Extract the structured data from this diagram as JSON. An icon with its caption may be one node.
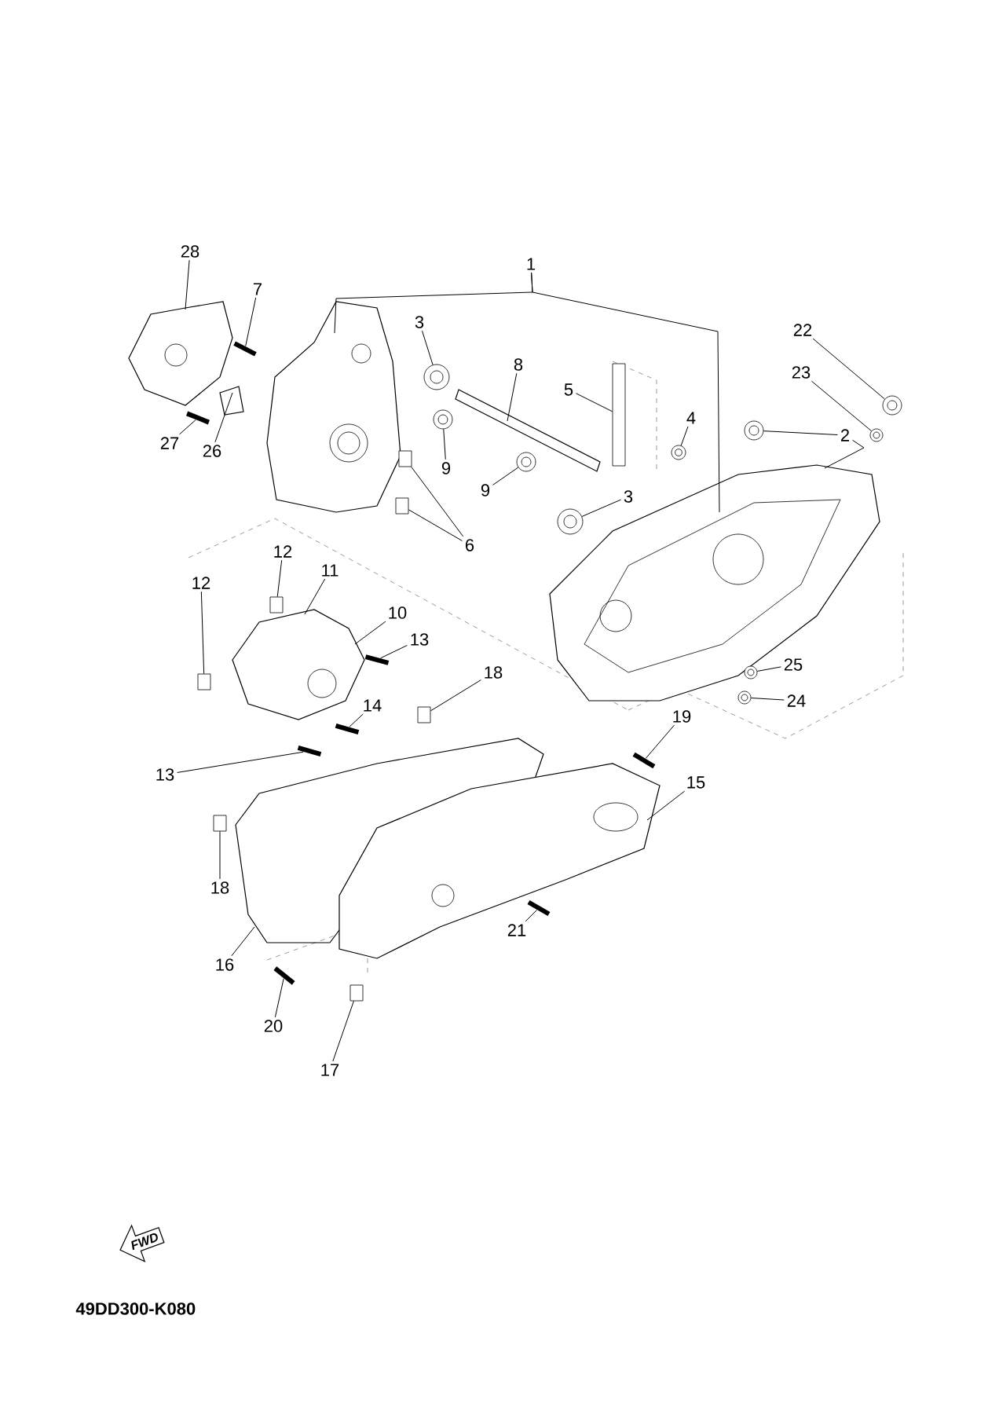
{
  "diagram": {
    "nodes": [
      {
        "text": [
          "28"
        ]
      },
      {
        "text": [
          "7"
        ]
      },
      {
        "text": [
          "27"
        ]
      },
      {
        "text": [
          "26"
        ]
      },
      {
        "text": [
          "3"
        ]
      },
      {
        "text": [
          "1"
        ]
      },
      {
        "text": [
          "8"
        ]
      },
      {
        "text": [
          "5"
        ]
      },
      {
        "text": [
          "9"
        ]
      },
      {
        "text": [
          "9"
        ]
      },
      {
        "text": [
          "3"
        ]
      },
      {
        "text": [
          "4"
        ]
      },
      {
        "text": [
          "22"
        ]
      },
      {
        "text": [
          "23"
        ]
      },
      {
        "text": [
          "2"
        ]
      },
      {
        "text": [
          "6"
        ]
      },
      {
        "text": [
          "12"
        ]
      },
      {
        "text": [
          "11"
        ]
      },
      {
        "text": [
          "12"
        ]
      },
      {
        "text": [
          "10"
        ]
      },
      {
        "text": [
          "13"
        ]
      },
      {
        "text": [
          "14"
        ]
      },
      {
        "text": [
          "18"
        ]
      },
      {
        "text": [
          "13"
        ]
      },
      {
        "text": [
          "19"
        ]
      },
      {
        "text": [
          "15"
        ]
      },
      {
        "text": [
          "18"
        ]
      },
      {
        "text": [
          "16"
        ]
      },
      {
        "text": [
          "21"
        ]
      },
      {
        "text": [
          "20"
        ]
      },
      {
        "text": [
          "17"
        ]
      },
      {
        "text": [
          "25"
        ]
      },
      {
        "text": [
          "24"
        ]
      },
      {
        "text": [
          "FWD"
        ]
      },
      {
        "text": [],
        "shape": "picture"
      },
      {
        "text": [],
        "shape": "bar"
      },
      {
        "text": [],
        "shape": "bar"
      },
      {
        "text": [],
        "shape": "picture"
      },
      {
        "text": [],
        "shape": "circle"
      },
      {
        "text": [],
        "shape": "picture"
      },
      {
        "text": [],
        "shape": "picture"
      },
      {
        "text": [],
        "shape": "picture"
      },
      {
        "text": [],
        "shape": "box"
      },
      {
        "text": [],
        "shape": "circle"
      },
      {
        "text": [],
        "shape": "circle"
      },
      {
        "text": [],
        "shape": "circle"
      },
      {
        "text": [],
        "shape": "circle"
      },
      {
        "text": [],
        "shape": "circle"
      },
      {
        "text": [],
        "shape": "circle"
      },
      {
        "text": [],
        "shape": "circle"
      },
      {
        "text": [],
        "shape": "box"
      },
      {
        "text": [],
        "shape": "box"
      },
      {
        "text": [],
        "shape": "box"
      },
      {
        "text": [],
        "shape": "picture"
      },
      {
        "text": [],
        "shape": "box"
      },
      {
        "text": [],
        "shape": "bar"
      },
      {
        "text": [],
        "shape": "bar"
      },
      {
        "text": [],
        "shape": "box"
      },
      {
        "text": [],
        "shape": "bar"
      },
      {
        "text": [],
        "shape": "bar"
      },
      {
        "text": [],
        "shape": "picture"
      },
      {
        "text": [],
        "shape": "box"
      },
      {
        "text": [],
        "shape": "picture"
      },
      {
        "text": [],
        "shape": "bar"
      },
      {
        "text": [],
        "shape": "bar"
      },
      {
        "text": [],
        "shape": "box"
      },
      {
        "text": [],
        "shape": "circle"
      },
      {
        "text": [],
        "shape": "circle"
      }
    ],
    "edges": [
      {
        "from": 0,
        "to": 34,
        "arrow": "none"
      },
      {
        "from": 1,
        "to": 35,
        "arrow": "none"
      },
      {
        "from": 2,
        "to": 36,
        "arrow": "none"
      },
      {
        "from": 3,
        "to": 37,
        "arrow": "none"
      },
      {
        "from": 4,
        "to": 38,
        "arrow": "none"
      },
      {
        "from": 5,
        "to": 39,
        "arrow": "none"
      },
      {
        "from": 5,
        "to": 40,
        "arrow": "none"
      },
      {
        "from": 6,
        "to": 41,
        "arrow": "none"
      },
      {
        "from": 7,
        "to": 42,
        "arrow": "none"
      },
      {
        "from": 8,
        "to": 43,
        "arrow": "none"
      },
      {
        "from": 9,
        "to": 44,
        "arrow": "none"
      },
      {
        "from": 10,
        "to": 45,
        "arrow": "none"
      },
      {
        "from": 11,
        "to": 46,
        "arrow": "none"
      },
      {
        "from": 12,
        "to": 47,
        "arrow": "none"
      },
      {
        "from": 13,
        "to": 48,
        "arrow": "none"
      },
      {
        "from": 14,
        "to": 49,
        "arrow": "none"
      },
      {
        "from": 14,
        "to": 40,
        "arrow": "none"
      },
      {
        "from": 15,
        "to": 50,
        "arrow": "none"
      },
      {
        "from": 15,
        "to": 51,
        "arrow": "none"
      },
      {
        "from": 16,
        "to": 52,
        "arrow": "none"
      },
      {
        "from": 17,
        "to": 53,
        "arrow": "none"
      },
      {
        "from": 18,
        "to": 54,
        "arrow": "none"
      },
      {
        "from": 19,
        "to": 53,
        "arrow": "none"
      },
      {
        "from": 20,
        "to": 55,
        "arrow": "none"
      },
      {
        "from": 21,
        "to": 56,
        "arrow": "none"
      },
      {
        "from": 22,
        "to": 57,
        "arrow": "none"
      },
      {
        "from": 23,
        "to": 58,
        "arrow": "none"
      },
      {
        "from": 24,
        "to": 59,
        "arrow": "none"
      },
      {
        "from": 25,
        "to": 60,
        "arrow": "none"
      },
      {
        "from": 26,
        "to": 61,
        "arrow": "none"
      },
      {
        "from": 27,
        "to": 62,
        "arrow": "none"
      },
      {
        "from": 28,
        "to": 63,
        "arrow": "none"
      },
      {
        "from": 29,
        "to": 64,
        "arrow": "none"
      },
      {
        "from": 30,
        "to": 65,
        "arrow": "none"
      },
      {
        "from": 31,
        "to": 66,
        "arrow": "none"
      },
      {
        "from": 32,
        "to": 67,
        "arrow": "none"
      }
    ],
    "labels": [
      "49DD300-K080"
    ]
  }
}
